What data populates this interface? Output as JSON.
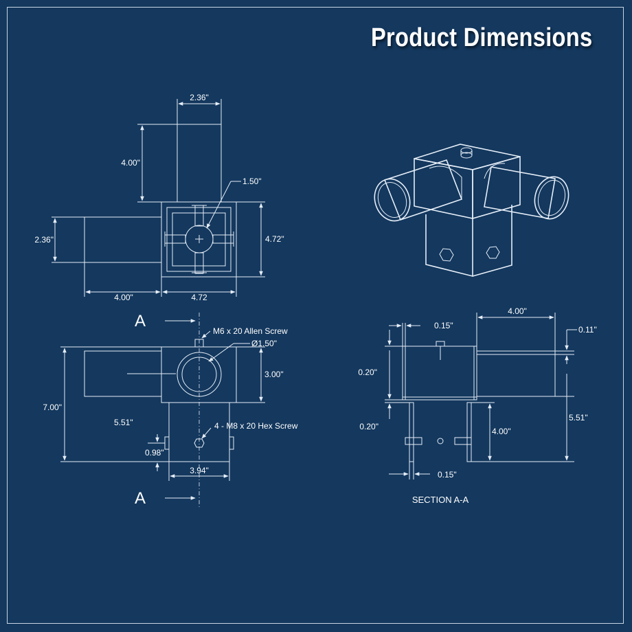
{
  "title": "Product Dimensions",
  "top_view": {
    "top_arm_width": "2.36\"",
    "top_arm_length": "4.00\"",
    "bore_diameter": "1.50\"",
    "left_arm_width": "2.36\"",
    "body_height": "4.72\"",
    "left_arm_length": "4.00\"",
    "body_width": "4.72"
  },
  "front_view": {
    "section_mark_top": "A",
    "section_mark_bottom": "A",
    "allen_screw": "M6 x 20 Allen Screw",
    "bore_diameter": "Ø1.50\"",
    "block_height": "3.00\"",
    "overall_height": "7.00\"",
    "arm_to_base": "5.51\"",
    "hex_screw": "4 - M8 x 20 Hex Screw",
    "screw_offset": "0.98\"",
    "base_width": "3.94\""
  },
  "section_view": {
    "wall_top": "0.15\"",
    "arm_length": "4.00\"",
    "arm_wall": "0.11\"",
    "top_gap": "0.20\"",
    "middle_gap": "0.20\"",
    "base_height": "4.00\"",
    "arm_height": "5.51\"",
    "wall_bottom": "0.15\"",
    "label": "SECTION A-A"
  },
  "colors": {
    "background": "#14385e",
    "line": "#e6eef8",
    "text": "#ffffff"
  }
}
